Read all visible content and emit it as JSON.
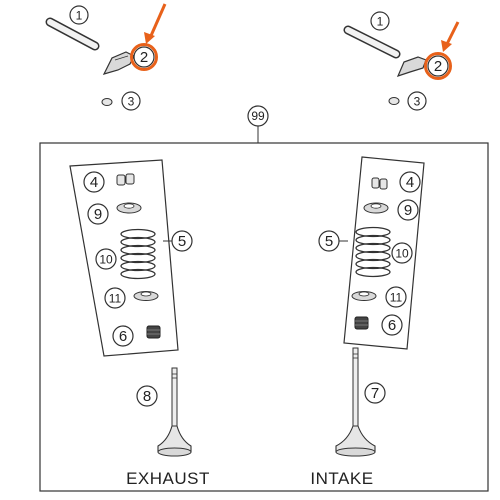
{
  "callouts": {
    "c1": "1",
    "c2": "2",
    "c3": "3",
    "c4": "4",
    "c5": "5",
    "c6": "6",
    "c7": "7",
    "c8": "8",
    "c9": "9",
    "c10": "10",
    "c11": "11",
    "c99": "99"
  },
  "labels": {
    "exhaust": "EXHAUST",
    "intake": "INTAKE"
  },
  "colors": {
    "highlight": "#e8611a",
    "line": "#333333",
    "part_fill": "#d9d9d9"
  }
}
